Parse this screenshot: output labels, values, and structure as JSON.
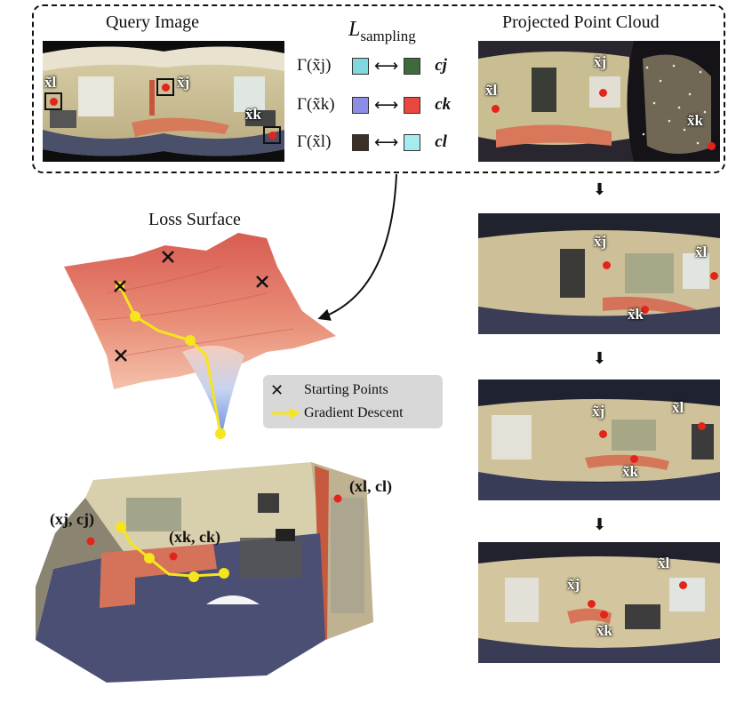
{
  "query": {
    "title": "Query Image",
    "labels": {
      "j": "x̃j",
      "k": "x̃k",
      "l": "x̃l"
    }
  },
  "sampling": {
    "title_main": "L",
    "title_sub": "sampling",
    "rows": [
      {
        "gamma": "Γ(x̃j)",
        "left_color": "#7fd8de",
        "right_color": "#3f6b3c",
        "c": "cj"
      },
      {
        "gamma": "Γ(x̃k)",
        "left_color": "#8c8ee6",
        "right_color": "#e9483f",
        "c": "ck"
      },
      {
        "gamma": "Γ(x̃l)",
        "left_color": "#3b3027",
        "right_color": "#a6ecef",
        "c": "cl"
      }
    ]
  },
  "projected": {
    "title": "Projected Point Cloud",
    "panels": [
      {
        "j": "x̃j",
        "k": "x̃k",
        "l": "x̃l"
      },
      {
        "j": "x̃j",
        "k": "x̃k",
        "l": "x̃l"
      },
      {
        "j": "x̃j",
        "k": "x̃k",
        "l": "x̃l"
      },
      {
        "j": "x̃j",
        "k": "x̃k",
        "l": "x̃l"
      }
    ]
  },
  "loss": {
    "title": "Loss Surface"
  },
  "legend": {
    "starting_points": "Starting Points",
    "gradient_descent": "Gradient Descent"
  },
  "scene": {
    "labels": {
      "j": "(xj, cj)",
      "k": "(xk, ck)",
      "l": "(xl, cl)"
    }
  },
  "colors": {
    "path_yellow": "#f6e51c",
    "point_red": "#e3241b",
    "surface_top": "#e47b64",
    "surface_bottom": "#8fb2ea"
  }
}
